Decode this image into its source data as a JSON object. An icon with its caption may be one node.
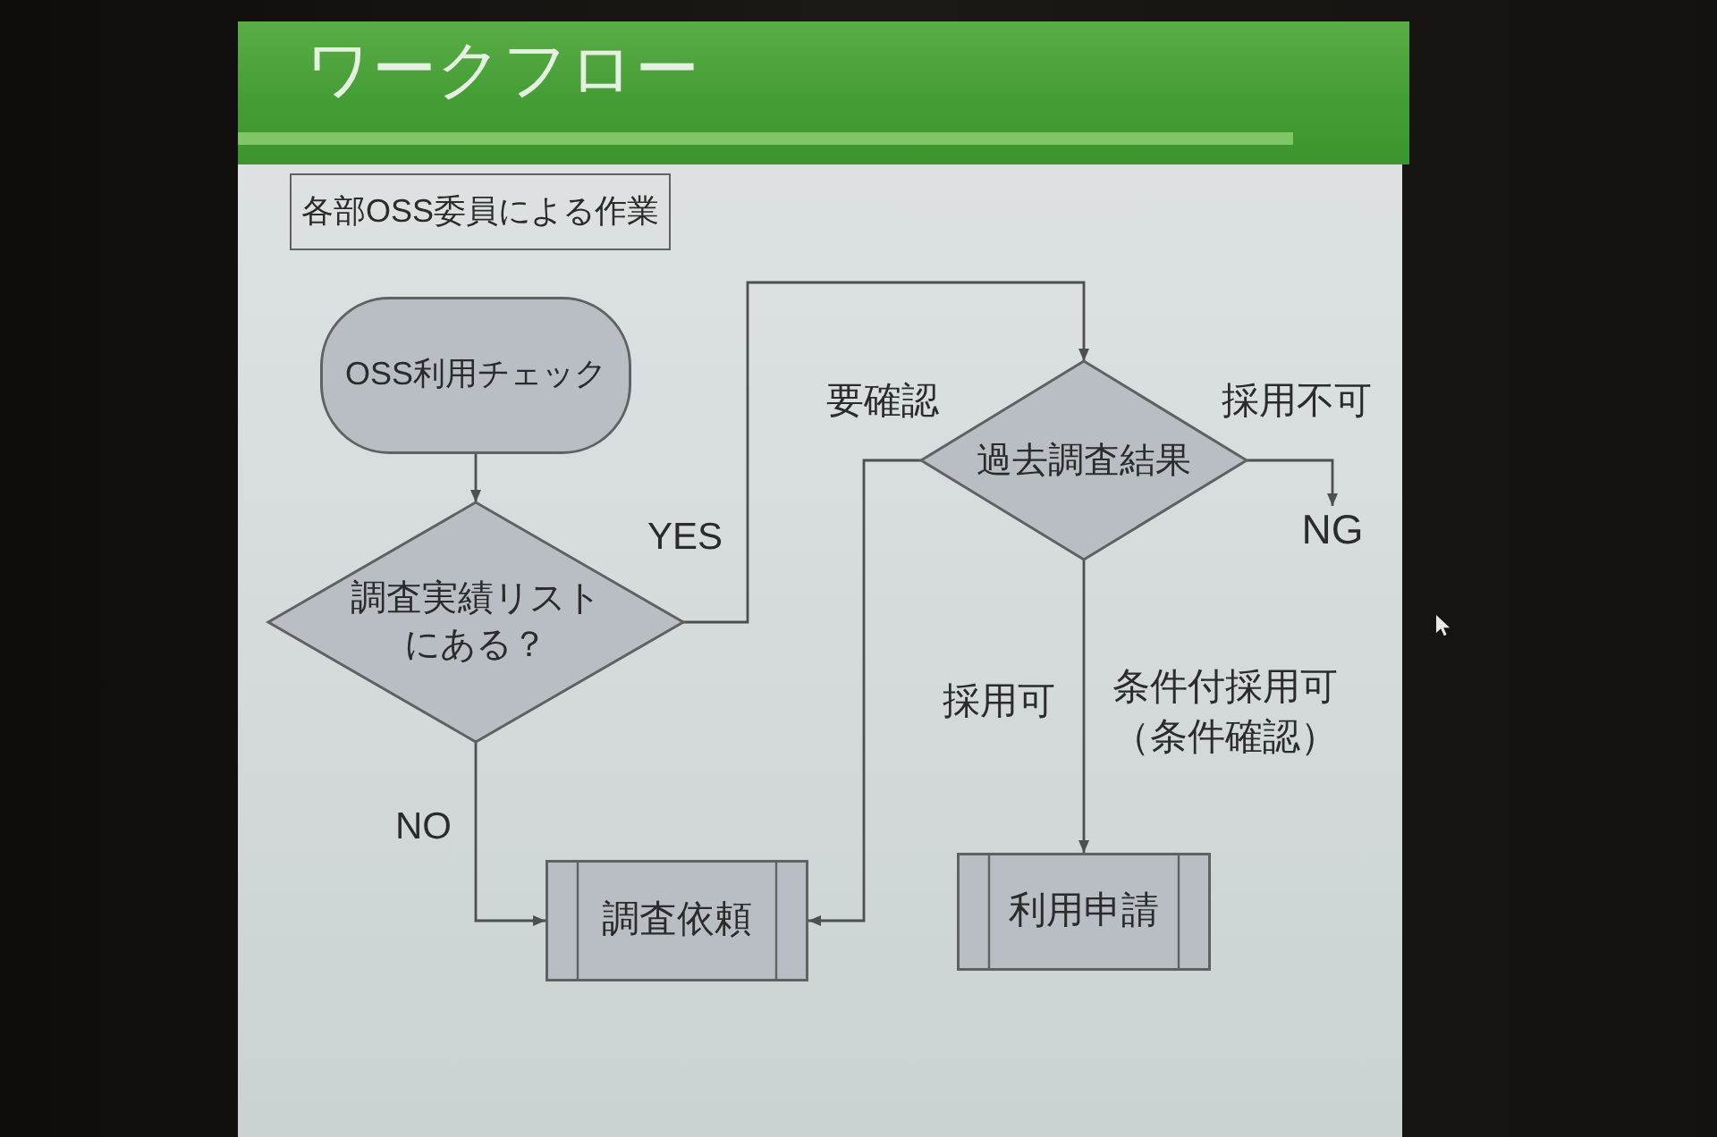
{
  "diagram": {
    "title": "ワークフロー",
    "nodes": [
      {
        "text": [
          "各部OSS委員による作業"
        ]
      },
      {
        "text": [
          "OSS利用チェック"
        ]
      },
      {
        "text": [
          "調査実績リストにある？"
        ]
      },
      {
        "text": [
          "過去調査結果"
        ]
      },
      {
        "text": [
          "NG"
        ]
      },
      {
        "text": [
          "調査依頼"
        ]
      },
      {
        "text": [
          "利用申請"
        ]
      }
    ],
    "edges": [
      {
        "from": 1,
        "to": 2,
        "arrow": "to"
      },
      {
        "from": 2,
        "to": 3,
        "arrow": "to",
        "label": "YES"
      },
      {
        "from": 2,
        "to": 5,
        "arrow": "to",
        "label": "NO"
      },
      {
        "from": 3,
        "to": 5,
        "arrow": "to",
        "label": "要確認"
      },
      {
        "from": 3,
        "to": 4,
        "arrow": "to",
        "label": "採用不可"
      },
      {
        "from": 3,
        "to": 6,
        "arrow": "to",
        "label": "採用可"
      }
    ],
    "labels": [
      "条件付採用可（条件確認）"
    ]
  }
}
